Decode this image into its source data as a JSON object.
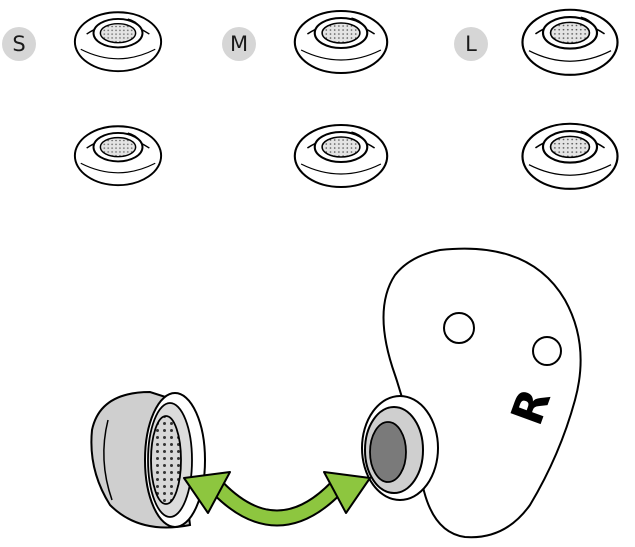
{
  "sizes": [
    {
      "label": "S"
    },
    {
      "label": "M"
    },
    {
      "label": "L"
    }
  ],
  "earbud": {
    "side_label": "R"
  },
  "colors": {
    "badge_fill": "#d6d6d6",
    "arrow_green": "#8dc63f",
    "tip_gray": "#cfcfcf",
    "outline": "#000000"
  },
  "icons": [
    "ear-tip-icon",
    "earbud-icon",
    "swap-arrow-icon"
  ]
}
